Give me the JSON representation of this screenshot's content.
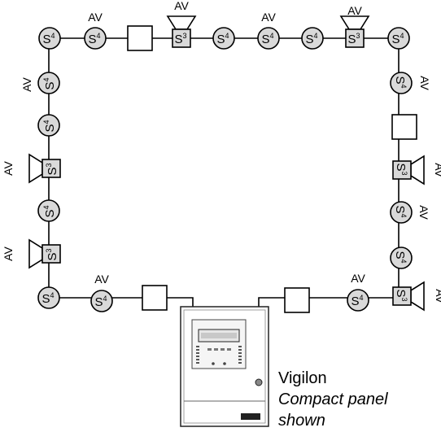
{
  "device_labels": {
    "smoke_sensor": "S",
    "smoke_sensor_sup": "4",
    "sounder_sensor": "S",
    "sounder_sensor_sup": "3",
    "audio_visual": "AV"
  },
  "panel": {
    "name": "Vigilon",
    "caption_line1": "Compact panel",
    "caption_line2": "shown"
  },
  "colors": {
    "device_fill": "#d9d9d9",
    "line": "#000000",
    "panel_fill": "#ffffff"
  }
}
